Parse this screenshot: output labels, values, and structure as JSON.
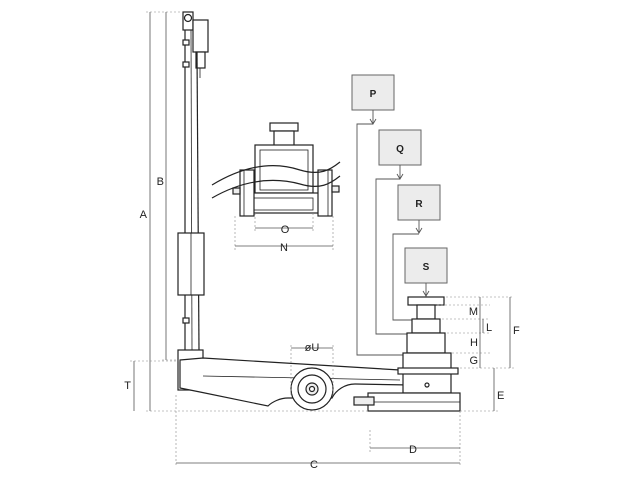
{
  "dimensions": {
    "A": "A",
    "B": "B",
    "C": "C",
    "D": "D",
    "E": "E",
    "F": "F",
    "G": "G",
    "H": "H",
    "L": "L",
    "M": "M",
    "N": "N",
    "O": "O",
    "T": "T",
    "U": "øU"
  },
  "stages": [
    "P",
    "Q",
    "R",
    "S"
  ],
  "colors": {
    "line": "#222222",
    "dimension": "#555555",
    "stage_box_fill": "#ececec",
    "stage_box_stroke": "#666666"
  }
}
